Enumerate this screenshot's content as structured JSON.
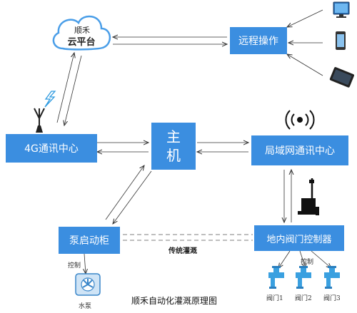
{
  "diagram": {
    "title": "顺禾自动化灌溉原理图",
    "cloud": {
      "line1": "顺禾",
      "line2": "云平台"
    },
    "nodes": {
      "remote": "远程操作",
      "comm4g": "4G通讯中心",
      "host_line1": "主",
      "host_line2": "机",
      "lan": "局域网通讯中心",
      "pump_cabinet": "泵启动柜",
      "valve_controller": "地内阀门控制器"
    },
    "labels": {
      "traditional": "传统灌溉",
      "control_left": "控制",
      "control_right": "控制",
      "pump": "水泵",
      "valve1": "阀门1",
      "valve2": "阀门2",
      "valve3": "阀门3"
    },
    "colors": {
      "box_fill": "#3b8ee0",
      "box_text": "#ffffff",
      "cloud_stroke": "#4a9ee8",
      "arrow": "#333333",
      "valve": "#3aa0e0",
      "lightning": "#2f9be0"
    },
    "icons": [
      "cloud-icon",
      "monitor-icon",
      "phone-icon",
      "tablet-icon",
      "antenna-icon",
      "lightning-icon",
      "wireless-signal-icon",
      "gateway-device-icon",
      "pump-icon",
      "valve-icon"
    ]
  }
}
